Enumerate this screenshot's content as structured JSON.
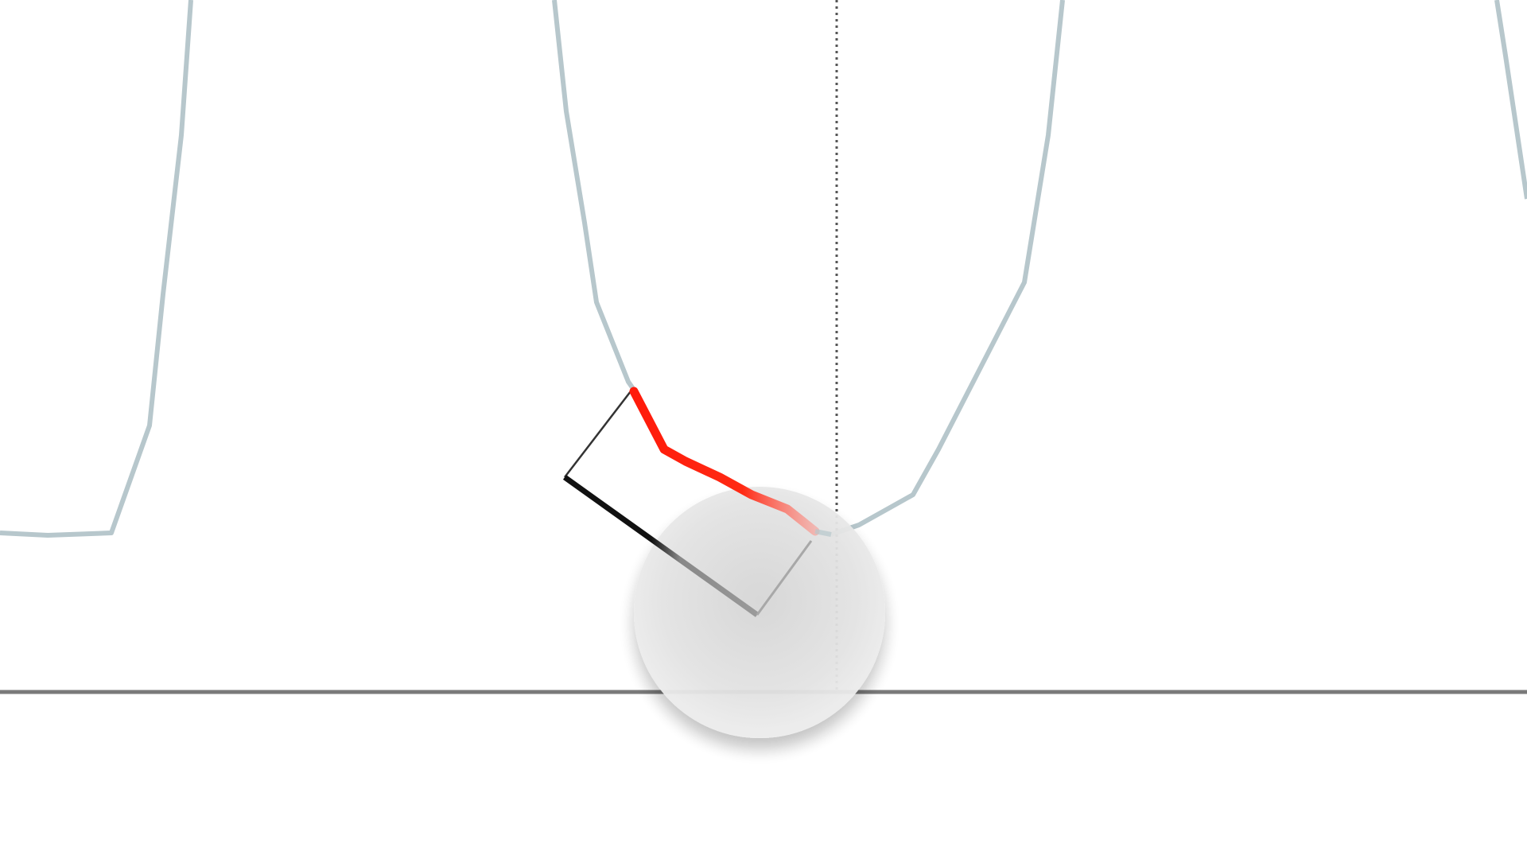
{
  "view": {
    "background_color": "#ffffff",
    "baseline_color": "#7a7a7a",
    "guide_color": "#555555",
    "cursor_style": "dotted vertical guide"
  },
  "waveform": {
    "color": "#b7c7cc",
    "selected_color": "#ff1a0a",
    "segments_visible": 4,
    "selection_active": true
  },
  "handle": {
    "shape": "circle",
    "fill_color": "#e3e3e3",
    "description_icon": "rotation-knob"
  },
  "selection_box": {
    "shape": "rotated-rectangle",
    "edge_color": "#111111",
    "faded_edge_color": "#999999"
  }
}
